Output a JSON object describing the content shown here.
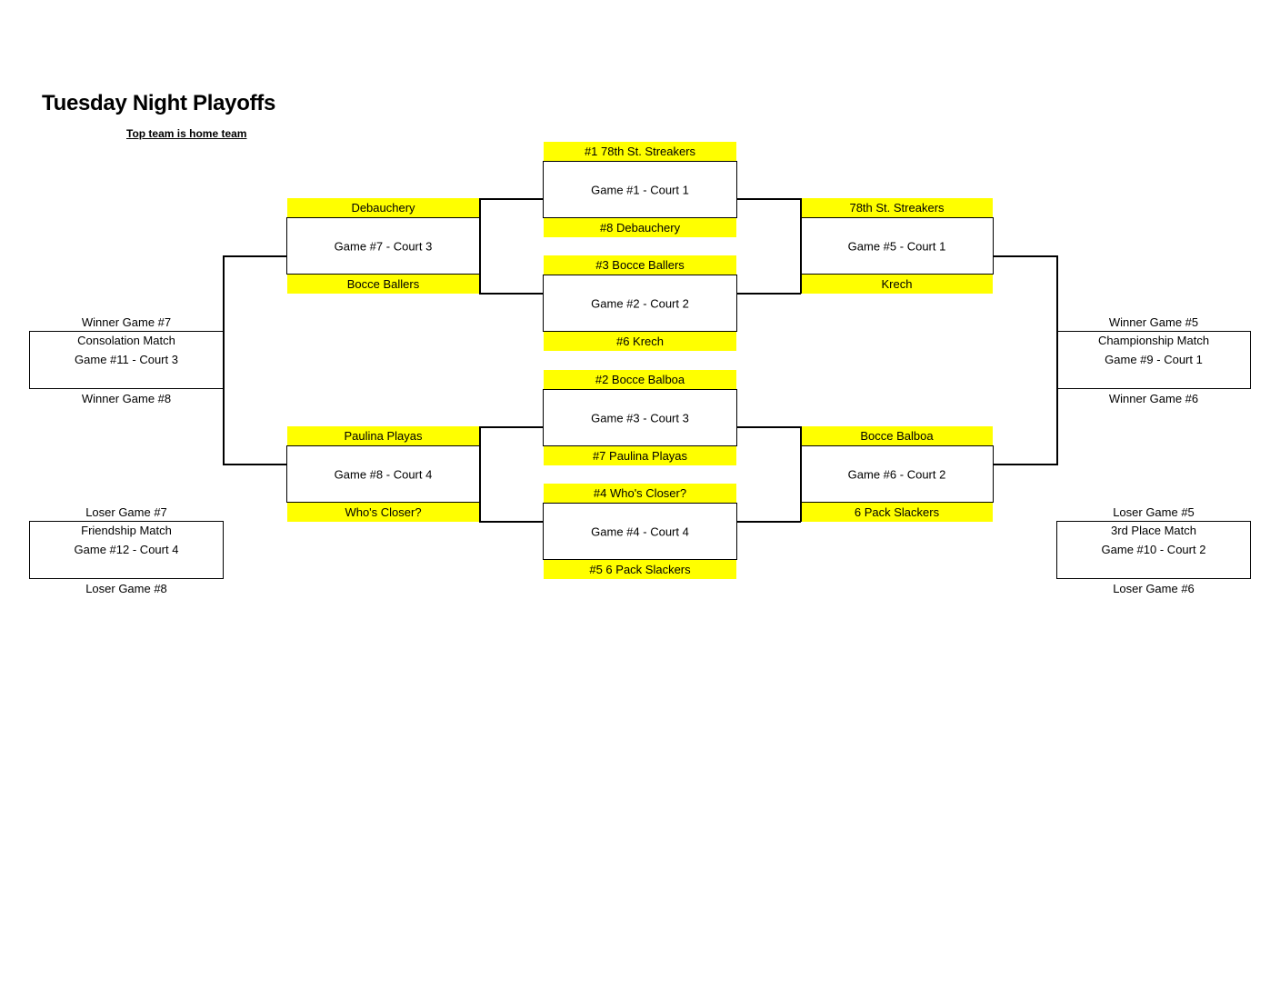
{
  "title": "Tuesday Night Playoffs",
  "subtitle": "Top team is home team",
  "highlight_color": "#ffff00",
  "round1": [
    {
      "top": "#1 78th St. Streakers",
      "game": "Game #1 - Court 1",
      "bottom": "#8 Debauchery"
    },
    {
      "top": "#3 Bocce Ballers",
      "game": "Game #2 - Court 2",
      "bottom": "#6 Krech"
    },
    {
      "top": "#2 Bocce Balboa",
      "game": "Game #3 - Court 3",
      "bottom": "#7 Paulina Playas"
    },
    {
      "top": "#4 Who's Closer?",
      "game": "Game #4 - Court 4",
      "bottom": "#5 6 Pack Slackers"
    }
  ],
  "round2_left": [
    {
      "top": "Debauchery",
      "game": "Game #7 - Court 3",
      "bottom": "Bocce Ballers"
    },
    {
      "top": "Paulina Playas",
      "game": "Game #8 - Court 4",
      "bottom": "Who's Closer?"
    }
  ],
  "round2_right": [
    {
      "top": "78th St. Streakers",
      "game": "Game #5 - Court 1",
      "bottom": "Krech"
    },
    {
      "top": "Bocce Balboa",
      "game": "Game #6 - Court 2",
      "bottom": "6 Pack Slackers"
    }
  ],
  "finals_left": [
    {
      "top": "Winner Game #7",
      "name": "Consolation Match",
      "game": "Game #11 - Court 3",
      "bottom": "Winner Game #8"
    },
    {
      "top": "Loser Game #7",
      "name": "Friendship Match",
      "game": "Game #12 - Court 4",
      "bottom": "Loser Game #8"
    }
  ],
  "finals_right": [
    {
      "top": "Winner Game #5",
      "name": "Championship Match",
      "game": "Game #9 - Court 1",
      "bottom": "Winner Game #6"
    },
    {
      "top": "Loser Game #5",
      "name": "3rd Place Match",
      "game": "Game #10 - Court 2",
      "bottom": "Loser Game #6"
    }
  ]
}
